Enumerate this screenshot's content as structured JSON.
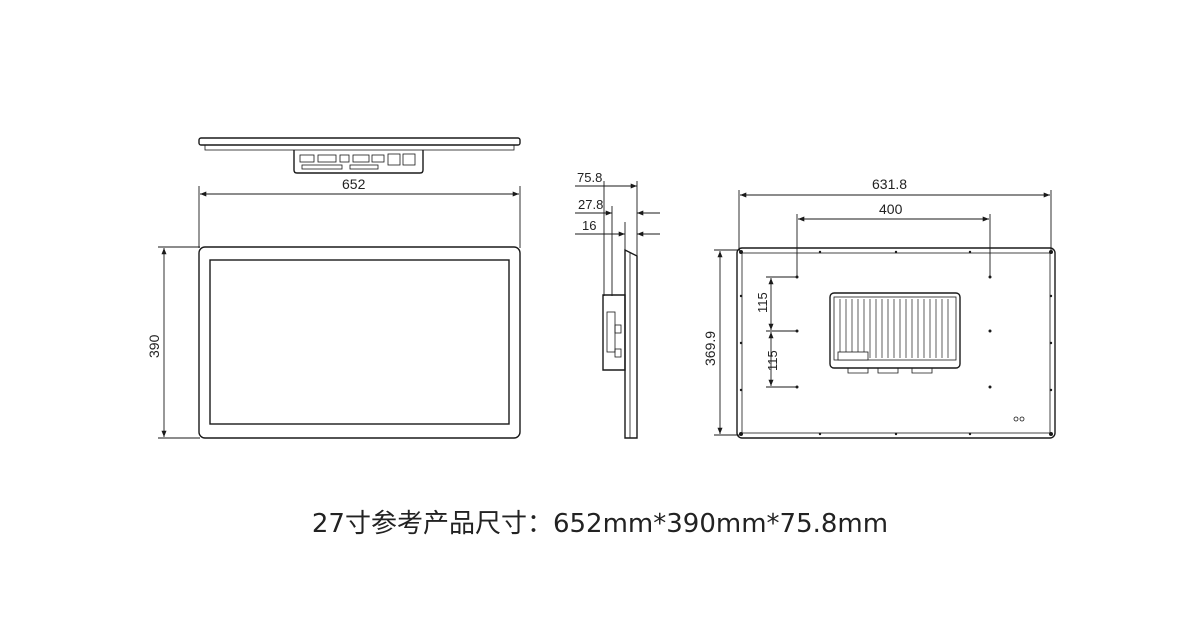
{
  "front_view": {
    "width_label": "652",
    "height_label": "390"
  },
  "side_view": {
    "total_depth_label": "75.8",
    "mid_depth_label": "27.8",
    "panel_depth_label": "16"
  },
  "back_view": {
    "width_label": "631.8",
    "height_label": "369.9",
    "vesa_h_label": "400",
    "vesa_v1_label": "115",
    "vesa_v2_label": "115"
  },
  "caption": "27寸参考产品尺寸：652mm*390mm*75.8mm"
}
